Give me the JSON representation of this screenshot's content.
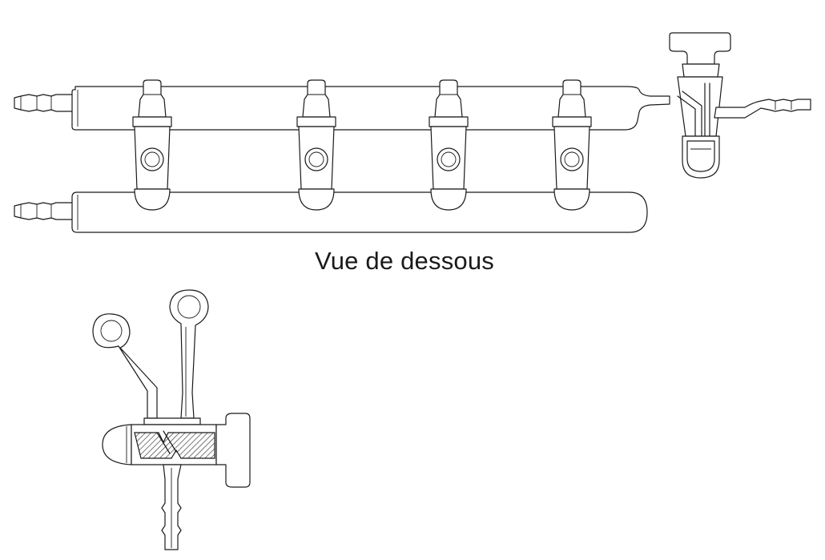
{
  "caption": "Vue de dessous",
  "colors": {
    "line": "#1a1a1a",
    "hatch": "#333333",
    "background": "#ffffff"
  },
  "manifold": {
    "valve_count": 4
  },
  "detail": {
    "section": "stopcock-cross-section"
  }
}
